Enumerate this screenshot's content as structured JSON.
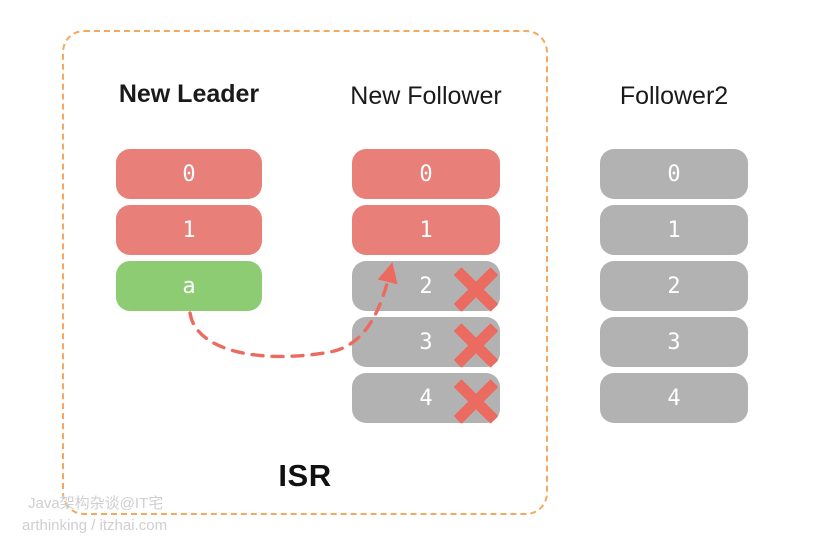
{
  "diagram": {
    "title": "ISR",
    "group_label": "ISR",
    "accent_colors": {
      "replicated": "#E88079",
      "new_entry": "#8DCC72",
      "truncated": "#B2B2B2",
      "isr_border": "#F5A95E",
      "cross": "#EC6B60",
      "arrow": "#EC6B60"
    }
  },
  "columns": [
    {
      "id": "new-leader",
      "title": "New Leader",
      "emphasis": "bold",
      "in_isr": true,
      "cells": [
        {
          "label": "0",
          "state": "red"
        },
        {
          "label": "1",
          "state": "red"
        },
        {
          "label": "a",
          "state": "green"
        }
      ]
    },
    {
      "id": "new-follower",
      "title": "New Follower",
      "emphasis": "normal",
      "in_isr": true,
      "cells": [
        {
          "label": "0",
          "state": "red"
        },
        {
          "label": "1",
          "state": "red"
        },
        {
          "label": "2",
          "state": "gray",
          "crossed": true
        },
        {
          "label": "3",
          "state": "gray",
          "crossed": true
        },
        {
          "label": "4",
          "state": "gray",
          "crossed": true
        }
      ]
    },
    {
      "id": "follower2",
      "title": "Follower2",
      "emphasis": "normal",
      "in_isr": false,
      "cells": [
        {
          "label": "0",
          "state": "gray"
        },
        {
          "label": "1",
          "state": "gray"
        },
        {
          "label": "2",
          "state": "gray"
        },
        {
          "label": "3",
          "state": "gray"
        },
        {
          "label": "4",
          "state": "gray"
        }
      ]
    }
  ],
  "annotations": {
    "crosses": [
      "2",
      "3",
      "4"
    ],
    "arrow": {
      "from": "new-leader cell a",
      "to": "new-follower cell 2",
      "style": "dashed-curved"
    }
  },
  "watermark": {
    "line1": "Java架构杂谈@IT宅",
    "line2": "arthinking / itzhai.com"
  }
}
